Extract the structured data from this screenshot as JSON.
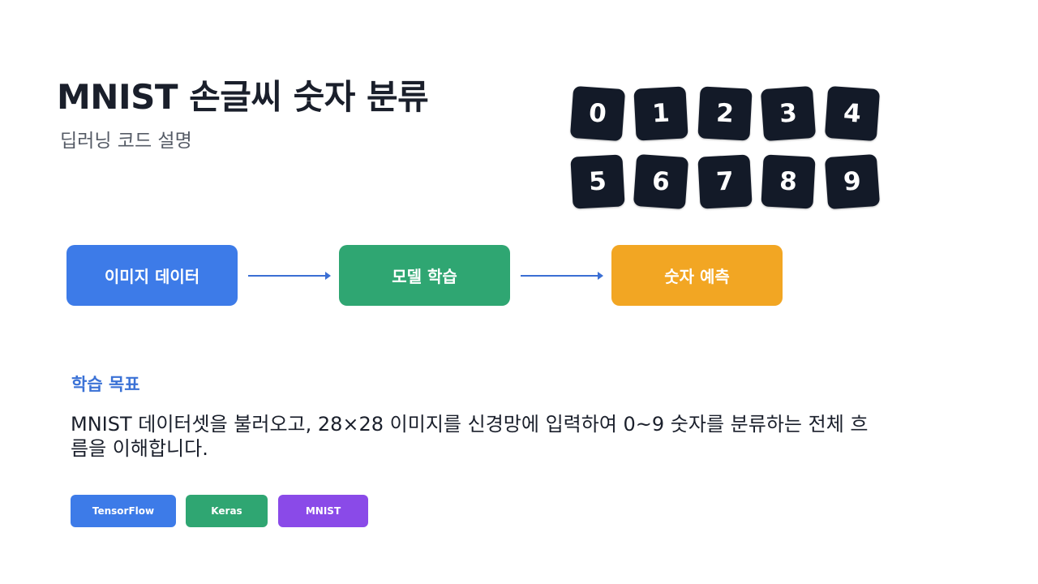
{
  "header": {
    "title": "MNIST 손글씨 숫자 분류",
    "subtitle": "딥러닝 코드 설명"
  },
  "digits": [
    "0",
    "1",
    "2",
    "3",
    "4",
    "5",
    "6",
    "7",
    "8",
    "9"
  ],
  "flow": {
    "steps": [
      {
        "label": "이미지 데이터",
        "color": "#3d7be8"
      },
      {
        "label": "모델 학습",
        "color": "#2fa672"
      },
      {
        "label": "숫자 예측",
        "color": "#f2a623"
      }
    ],
    "arrow_color": "#3b6fd4"
  },
  "goal": {
    "heading": "학습 목표",
    "text": "MNIST 데이터셋을 불러오고, 28×28 이미지를 신경망에 입력하여 0~9 숫자를 분류하는 전체 흐름을 이해합니다."
  },
  "tags": [
    {
      "label": "TensorFlow",
      "color": "#3d7be8"
    },
    {
      "label": "Keras",
      "color": "#2fa672"
    },
    {
      "label": "MNIST",
      "color": "#8a4ae8"
    }
  ]
}
